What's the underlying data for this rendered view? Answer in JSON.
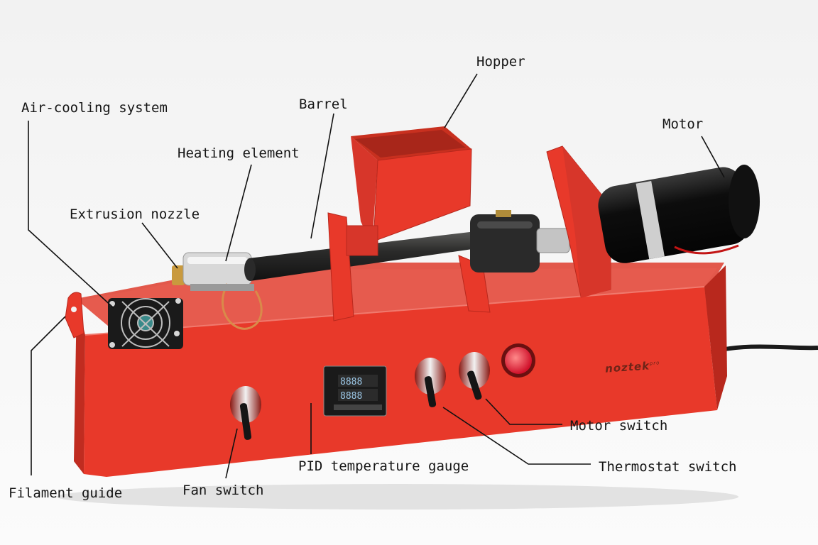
{
  "brand": {
    "name": "noztek",
    "suffix": "pro"
  },
  "pid_display": {
    "top": "8888",
    "bottom": "8888"
  },
  "labels": {
    "air_cooling": "Air-cooling system",
    "heating": "Heating element",
    "nozzle": "Extrusion nozzle",
    "barrel": "Barrel",
    "hopper": "Hopper",
    "motor": "Motor",
    "filament": "Filament guide",
    "fan_switch": "Fan switch",
    "pid": "PID temperature gauge",
    "motor_switch": "Motor switch",
    "thermostat": "Thermostat switch"
  },
  "colors": {
    "body_red": "#e8392a",
    "body_red_dark": "#b8281d",
    "background": "#f5f5f5",
    "leader_line": "#111111"
  }
}
